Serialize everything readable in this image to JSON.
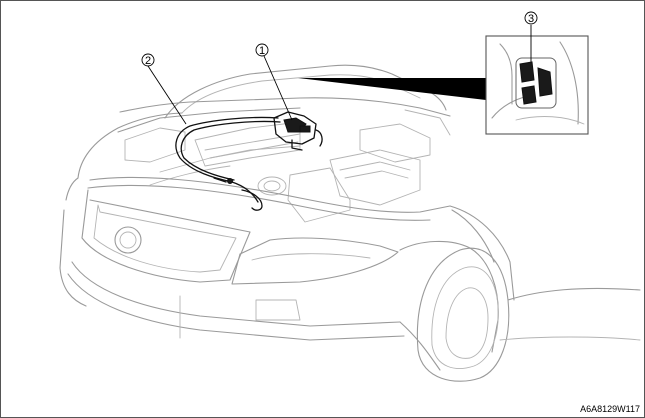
{
  "figure": {
    "callouts": [
      {
        "id": "1",
        "label": "1"
      },
      {
        "id": "2",
        "label": "2"
      },
      {
        "id": "3",
        "label": "3"
      }
    ],
    "figure_code": "A6A8129W117"
  },
  "colors": {
    "outline": "#9a9a9a",
    "component": "#111111",
    "background": "#ffffff"
  }
}
